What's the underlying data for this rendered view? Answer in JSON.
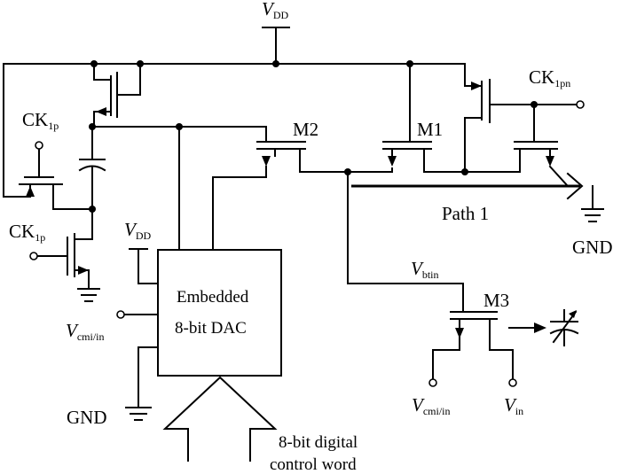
{
  "labels": {
    "vdd_top": {
      "main": "V",
      "sub": "DD"
    },
    "ck1pn": {
      "main": "CK",
      "sub": "1pn"
    },
    "ck1p_top": {
      "main": "CK",
      "sub": "1p"
    },
    "ck1p_bottom": {
      "main": "CK",
      "sub": "1p"
    },
    "m2": "M2",
    "m1": "M1",
    "m3": "M3",
    "path1": "Path 1",
    "gnd_right": "GND",
    "vdd_dac": {
      "main": "V",
      "sub": "DD"
    },
    "vbtin": {
      "main": "V",
      "sub": "btin"
    },
    "dac_line1": "Embedded",
    "dac_line2": "8-bit DAC",
    "vcmi_left": {
      "main": "V",
      "sub": "cmi/in"
    },
    "vcmi_bottom": {
      "main": "V",
      "sub": "cmi/in"
    },
    "vin": {
      "main": "V",
      "sub": "in"
    },
    "gnd_left": "GND",
    "digital_line1": "8-bit digital",
    "digital_line2": "control word"
  }
}
